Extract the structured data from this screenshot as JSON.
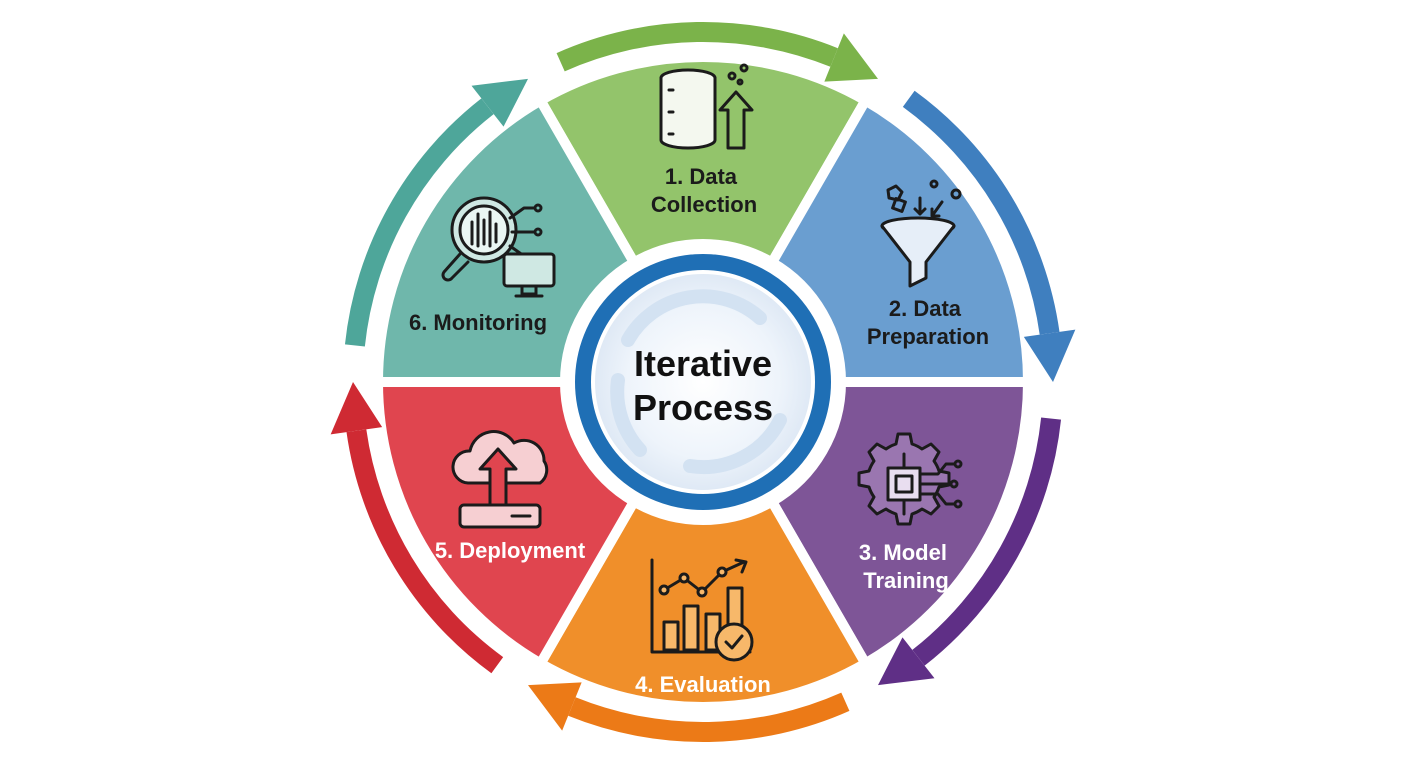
{
  "center": {
    "line1": "Iterative",
    "line2": "Process",
    "ring_color": "#1f6fb5"
  },
  "stages": [
    {
      "line1": "1. Data",
      "line2": "Collection",
      "color": "#93c46b",
      "arrow_color": "#7bb34a",
      "text_color": "#1b1b1b",
      "icon": "database-upload-icon"
    },
    {
      "line1": "2. Data",
      "line2": "Preparation",
      "color": "#6a9ed0",
      "arrow_color": "#3f7fbf",
      "text_color": "#1b1b1b",
      "icon": "funnel-icon"
    },
    {
      "line1": "3. Model",
      "line2": "Training",
      "color": "#7e5597",
      "arrow_color": "#5f2f86",
      "text_color": "#ffffff",
      "icon": "gear-chip-icon"
    },
    {
      "line1": "4. Evaluation",
      "line2": "",
      "color": "#f08f2a",
      "arrow_color": "#ec7a17",
      "text_color": "#ffffff",
      "icon": "chart-check-icon"
    },
    {
      "line1": "5. Deployment",
      "line2": "",
      "color": "#e0454f",
      "arrow_color": "#cf2a33",
      "text_color": "#ffffff",
      "icon": "cloud-upload-icon"
    },
    {
      "line1": "6. Monitoring",
      "line2": "",
      "color": "#6fb7ab",
      "arrow_color": "#4ea69a",
      "text_color": "#1b1b1b",
      "icon": "magnifier-monitor-icon"
    }
  ]
}
